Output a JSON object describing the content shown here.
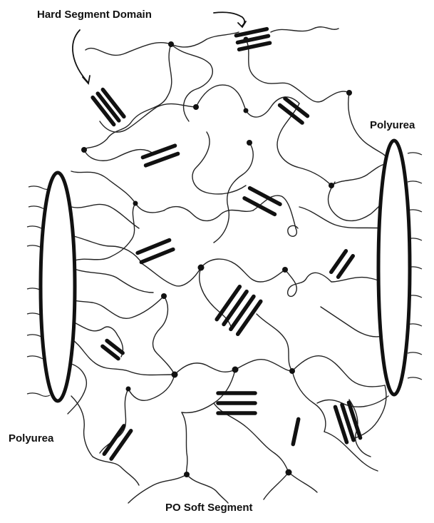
{
  "labels": {
    "hard_segment_domain": "Hard Segment Domain",
    "polyurea_right": "Polyurea",
    "polyurea_left": "Polyurea",
    "po_soft_segment": "PO Soft Segment"
  },
  "colors": {
    "ink": "#111111",
    "background": "#ffffff"
  }
}
